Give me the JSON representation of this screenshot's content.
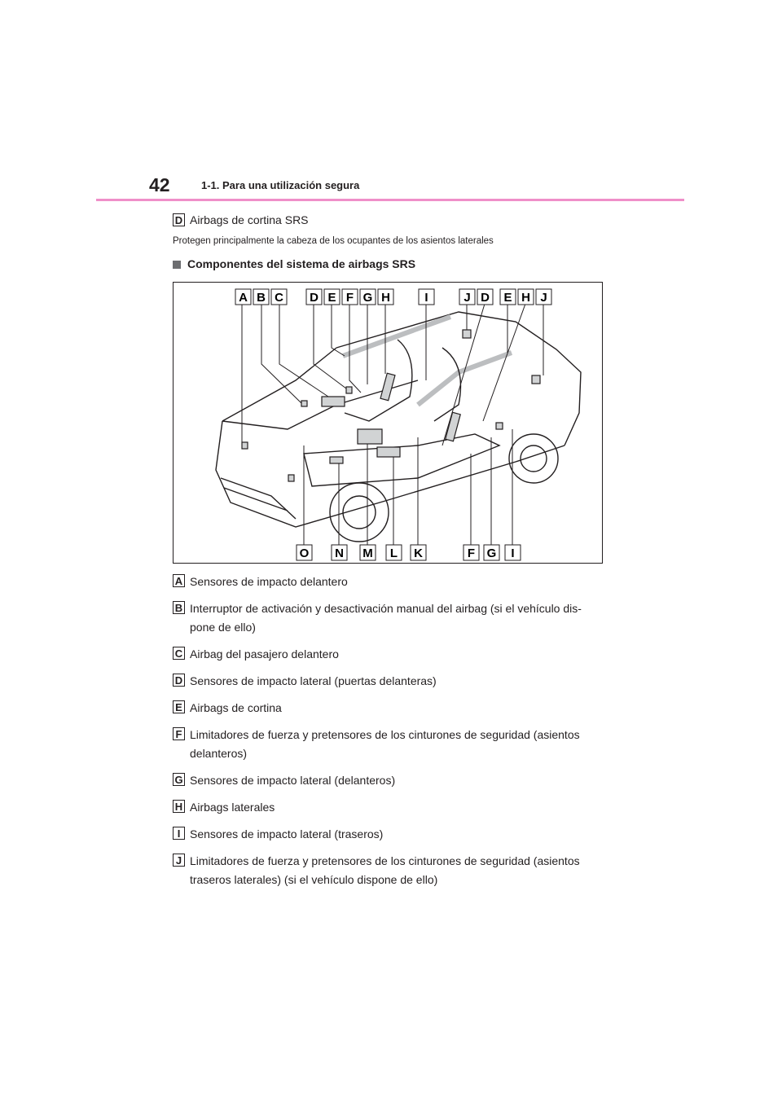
{
  "header": {
    "page_number": "42",
    "section": "1-1. Para una utilización segura"
  },
  "intro": {
    "label": "D",
    "title": "Airbags de cortina SRS",
    "description": "Protegen principalmente la cabeza de los ocupantes de los asientos laterales"
  },
  "components": {
    "heading": "Componentes del sistema de airbags SRS",
    "diagram_top_labels": [
      "A",
      "B",
      "C",
      "D",
      "E",
      "F",
      "G",
      "H",
      "I",
      "J",
      "D",
      "E",
      "H",
      "J"
    ],
    "diagram_bottom_labels": [
      "O",
      "N",
      "M",
      "L",
      "K",
      "F",
      "G",
      "I"
    ]
  },
  "legend": [
    {
      "label": "A",
      "text": "Sensores de impacto delantero"
    },
    {
      "label": "B",
      "text": "Interruptor de activación y desactivación manual del airbag (si el vehículo dis-",
      "text2": "pone de ello)"
    },
    {
      "label": "C",
      "text": "Airbag del pasajero delantero"
    },
    {
      "label": "D",
      "text": "Sensores de impacto lateral (puertas delanteras)"
    },
    {
      "label": "E",
      "text": "Airbags de cortina"
    },
    {
      "label": "F",
      "text": "Limitadores de fuerza y pretensores de los cinturones de seguridad (asientos",
      "text2": "delanteros)"
    },
    {
      "label": "G",
      "text": "Sensores de impacto lateral (delanteros)"
    },
    {
      "label": "H",
      "text": "Airbags laterales"
    },
    {
      "label": "I",
      "text": "Sensores de impacto lateral (traseros)"
    },
    {
      "label": "J",
      "text": "Limitadores de fuerza y pretensores de los cinturones de seguridad (asientos",
      "text2": "traseros laterales) (si el vehículo dispone de ello)"
    }
  ],
  "colors": {
    "header_rule": "#ef8fc9",
    "text": "#231f20",
    "bullet": "#6d6e71"
  }
}
